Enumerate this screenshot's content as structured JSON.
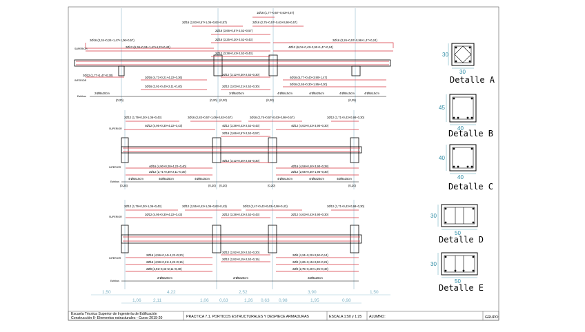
{
  "frames": [
    {
      "top_rebars": [
        "1Ø16 (1,77+0,57+0,63+0,57)",
        "2Ø16 (2,83+0,57+1,06+0,63+0,57)",
        "2Ø16 (2,75+0,57+0,63+0,98+0,57)",
        "2Ø16 (3,66+0,57+2,52+0,57)",
        "2Ø16 (3,34+0,24+1,47+1,06+0,57)",
        "2Ø16 (3,25+0,30+2,52+0,43)",
        "2Ø16 (3,26+0,57+0,98+1,47+0,24)",
        "2Ø12 (6,36+0,24+1,47+4,22+0,43)",
        "4Ø12 (6,04+0,43+3,90+1,47+0,24)",
        "2Ø12 (3,38+0,43+2,52+0,43)"
      ],
      "bottom_rebars": [
        "2Ø12 (1,77+1,47+0,30)",
        "2Ø16 (4,73+0,21+4,22+0,36)",
        "2Ø12 (3,12+0,30+2,52+0,30)",
        "4Ø16 (5,77+0,40+3,90+1,47)",
        "2Ø16 (2,55+0,30+1,95+0,30)",
        "2Ø16 (2,91+0,40+2,11+0,40)",
        "2Ø12 (3,03+0,21+2,52+0,30)"
      ],
      "stirrups": [
        "2rØ8a20cm",
        "2rØ8a20cm",
        "4rØ8a15cm",
        "4rØ8a25cm",
        "4rØ8a15cm",
        "4rØ8a15cm"
      ],
      "dims": [
        "(0,20)",
        "(0,20)",
        "(0,20)",
        "(0,20)",
        "(0,25)"
      ],
      "labels": {
        "top": "SUPERIOR",
        "bottom": "INFERIOR",
        "stirrups": "Estribos"
      }
    },
    {
      "top_rebars": [
        "2Ø12 (1,79+0,30+1,06+0,43)",
        "2Ø16 (2,83+0,57+1,06+0,63+0,57)",
        "2Ø16 (2,75+0,57+0,63+0,98+0,57)",
        "2Ø12 (1,71+0,43+0,98+0,30)",
        "4Ø12 (4,95+0,30+4,22+0,43)",
        "4Ø12 (3,38+0,43+2,52+0,43)",
        "4Ø12 (4,63+0,43+3,90+0,30)",
        "2Ø16 (3,66+0,57+2,52+0,57)"
      ],
      "bottom_rebars": [
        "4Ø12 (3,12+0,30+2,55+0,30)",
        "4Ø16 (4,90+0,28+4,22+0,40)",
        "2Ø12 (2,71+0,30+2,11+0,30)",
        "4Ø16 (4,58+0,40+3,90+0,28)",
        "2Ø12 (2,55+0,30+1,95+0,30)"
      ],
      "stirrups": [
        "4rØ8a15cm",
        "4rØ8a25cm",
        "4rØ8a15cm",
        "4rØ8a15cm",
        "4rØ8a25cm",
        "4rØ8a15cm"
      ],
      "dims": [
        "(0,25)",
        "(0,20)",
        "(0,20)",
        "(0,20)",
        "(0,20)"
      ],
      "labels": {
        "top": "SUPERIOR",
        "bottom": "INFERIOR",
        "stirrups": "Estribos"
      }
    },
    {
      "top_rebars": [
        "2Ø12 (1,79+0,30+1,06+0,43)",
        "2Ø12 (2,55+0,43+1,06+0,63+0,43)",
        "2Ø12 (2,47+0,43+0,63+0,98+0,43)",
        "2Ø12 (1,71+0,43+0,98+0,30)",
        "2Ø12 (4,95+0,30+4,22+0,43)",
        "2Ø12 (3,38+0,43+2,52+0,43)",
        "2Ø12 (4,63+0,43+3,90+0,30)"
      ],
      "bottom_rebars": [
        "2Ø12 (2,92+0,20+2,52+0,20)",
        "2Ø16 (4,56+0,14+4,22+0,20)",
        "2Ø12 (2,82+0,15+2,52+0,15)",
        "2Ø8 (4,24+0,20+3,90+0,14)",
        "2Ø16 (4,59+0,21+4,22+0,15)",
        "2Ø8 (4,26+0,15+3,90+0,21)",
        "2Ø8 (2,91+0,43+2,11+0,40)",
        "2Ø8 (2,75+0,40+1,95+0,40)"
      ],
      "stirrups": [
        "2rØ8a20cm",
        "2rØ8a25cm",
        "2rØ8a20cm"
      ],
      "dims": [],
      "labels": {
        "top": "SUPERIOR",
        "bottom": "INFERIOR",
        "stirrups": "Estribos"
      }
    }
  ],
  "grid_dims": {
    "row1": [
      "1,50",
      "4,22",
      "2,52",
      "3,90",
      "1,50"
    ],
    "row2": [
      "1,06",
      "2,11",
      "1,06",
      "0,63",
      "1,26",
      "0,63",
      "0,98",
      "1,95",
      "0,98"
    ]
  },
  "details": [
    {
      "name": "Detalle A",
      "w": "30",
      "h": "30"
    },
    {
      "name": "Detalle B",
      "w": "40",
      "h": "45"
    },
    {
      "name": "Detalle C",
      "w": "40",
      "h": "40"
    },
    {
      "name": "Detalle D",
      "w": "50",
      "h": "30"
    },
    {
      "name": "Detalle E",
      "w": "50",
      "h": "30"
    }
  ],
  "title_block": {
    "school_line1": "Escuela Técnica Superior de Ingeniería de Edificación",
    "school_line2": "Construcción II- Elementos estructurales - Curso 2019-20",
    "practice": "PRACTICA 7.1. PORTICOS ESTRUCTURALES Y DESPIECE ARMADURAS",
    "scale": "ESCALA  1:50 y 1:25",
    "student": "ALUMNO:",
    "group": "GRUPO:"
  },
  "colors": {
    "rebar": "#d9343f",
    "axis": "#5d9bb4",
    "concrete": "#000000"
  }
}
